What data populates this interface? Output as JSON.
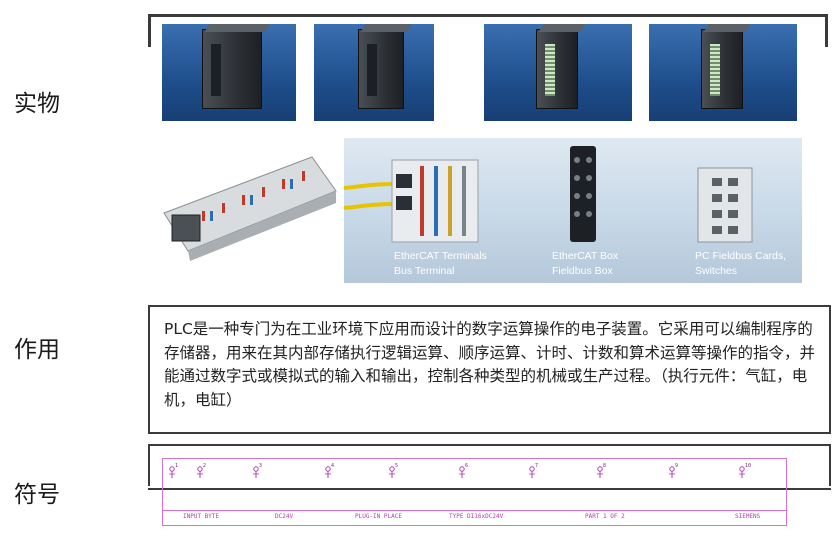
{
  "labels": {
    "physical": "实物",
    "function": "作用",
    "symbol": "符号"
  },
  "panel": {
    "captions": [
      {
        "line1": "EtherCAT Terminals",
        "line2": "Bus Terminal"
      },
      {
        "line1": "EtherCAT Box",
        "line2": "Fieldbus Box"
      },
      {
        "line1": "PC Fieldbus Cards,",
        "line2": "Switches"
      }
    ]
  },
  "description": "PLC是一种专门为在工业环境下应用而设计的数字运算操作的电子装置。它采用可以编制程序的存储器，用来在其内部存储执行逻辑运算、顺序运算、计时、计数和算术运算等操作的指令，并能通过数字式或模拟式的输入和输出，控制各种类型的机械或生产过程。（执行元件：气缸，电机，电缸）",
  "schematic": {
    "pins": [
      {
        "num": "1"
      },
      {
        "num": "2"
      },
      {
        "num": "3"
      },
      {
        "num": "4"
      },
      {
        "num": "5"
      },
      {
        "num": "6"
      },
      {
        "num": "7"
      },
      {
        "num": "8"
      },
      {
        "num": "9"
      },
      {
        "num": "10"
      }
    ],
    "footer": {
      "f1": "INPUT BYTE",
      "f2": "DC24V",
      "f3": "PLUG-IN PLACE",
      "f4": "TYPE  DI16xDC24V",
      "f5": "PART 1 OF 2",
      "f6": "SIEMENS"
    }
  },
  "colors": {
    "plc_blue": "#1f4e8c",
    "panel_bg": "#c7d8e7",
    "schematic_magenta": "#d670d6"
  }
}
